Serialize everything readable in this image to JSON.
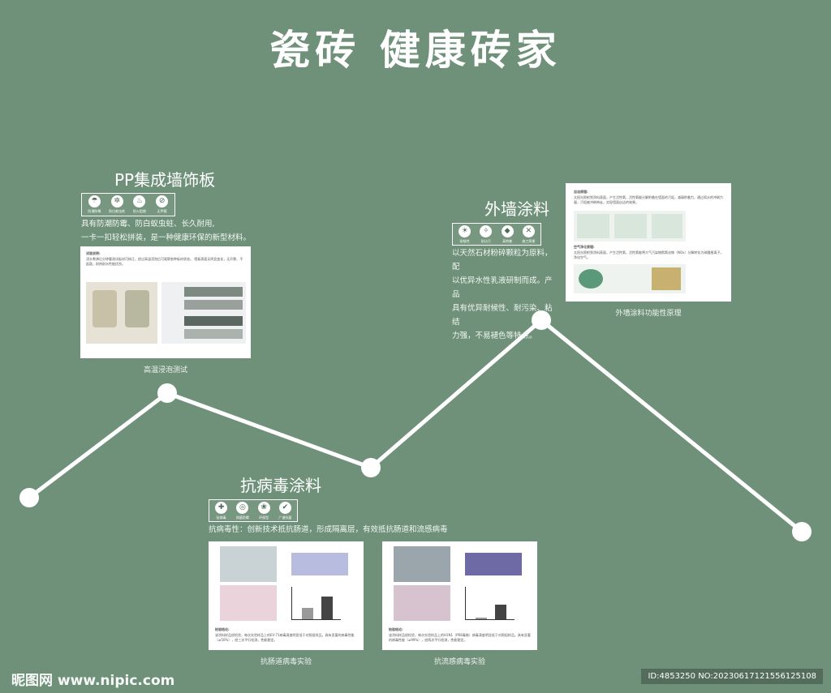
{
  "title": "瓷砖 健康砖家",
  "pp": {
    "heading": "PP集成墙饰板",
    "icons": [
      {
        "name": "moisture-icon",
        "label": "防潮防霉"
      },
      {
        "name": "insect-icon",
        "label": "防白蚁虫蛀"
      },
      {
        "name": "fire-icon",
        "label": "防火阻燃"
      },
      {
        "name": "formaldehyde-icon",
        "label": "无甲醛"
      }
    ],
    "desc1": "具有防潮防霉、防白蚁虫蛀、长久耐用,",
    "desc2": "一卡一扣轻松拼装，是一种健康环保的新型材料。",
    "card_heading": "试验说明:",
    "card_text": "浸水煮沸后分钟重测试板材可修正，经过高温浸泡后可观察各种板材状态。    墙板表面无明显变化，无开裂、不起鼓，耐热耐水性能优良。",
    "caption": "高温浸泡测试"
  },
  "antivirus": {
    "heading": "抗病毒涂料",
    "icons": [
      {
        "name": "antivirus-icon",
        "label": "抗病毒"
      },
      {
        "name": "antibacterial-icon",
        "label": "抑菌防霉"
      },
      {
        "name": "eco-icon",
        "label": "环保型"
      },
      {
        "name": "certified-icon",
        "label": "广谱抗菌"
      }
    ],
    "desc": "抗病毒性：创新技术抵抗肠道，形成隔离层，有效抵抗肠道和流感病毒",
    "card1_heading": "检验结论:",
    "card1_text": "该涂料样品经检验，每次实验样品上的EV-71病毒滴度明显低于对照组样品。具有显著的病毒性能（≥50%），经三次平行检测，性能稳定。",
    "card1_caption": "抗肠道病毒实验",
    "card2_heading": "检验结论:",
    "card2_text": "该涂料样品经检验，每次实验样品上的H1N1（PR8毒株）病毒滴度明显低于对照组样品。具有显著的病毒性能（≥99%），经两次平行检测，性能稳定。",
    "card2_caption": "抗流感病毒实验"
  },
  "exterior": {
    "heading": "外墙涂料",
    "icons": [
      {
        "name": "weather-icon",
        "label": "耐候性"
      },
      {
        "name": "stain-icon",
        "label": "耐沾污"
      },
      {
        "name": "bond-icon",
        "label": "高附着"
      },
      {
        "name": "construction-icon",
        "label": "施工简便"
      }
    ],
    "desc": [
      "以天然石材粉碎颗粒为原料，配",
      "以优异水性乳液研制而成。产品",
      "具有优异耐候性、耐污染、粘结",
      "力强，不易褪色等特点。"
    ],
    "card_h1": "自洁原理:",
    "card_t1": "太阳光照射到涂料表面，产生活性氧，活性氧能分解附着在墙面的污垢，减弱附着力，通过雨水的冲刷力量，污垢被冲刷带走，实现墙面自洁的效果。",
    "card_h2": "空气净化原理:",
    "card_t2": "太阳光照射到涂料表面，产生活性氧，活性氧能将大气污染物氮氧化物（NOx）分解转化为硝酸根离子，净化空气。",
    "caption": "外墙涂料功能性原理"
  },
  "watermark": "昵图网 www.nipic.com",
  "image_id": "ID:4853250 NO:20230617121556125108"
}
